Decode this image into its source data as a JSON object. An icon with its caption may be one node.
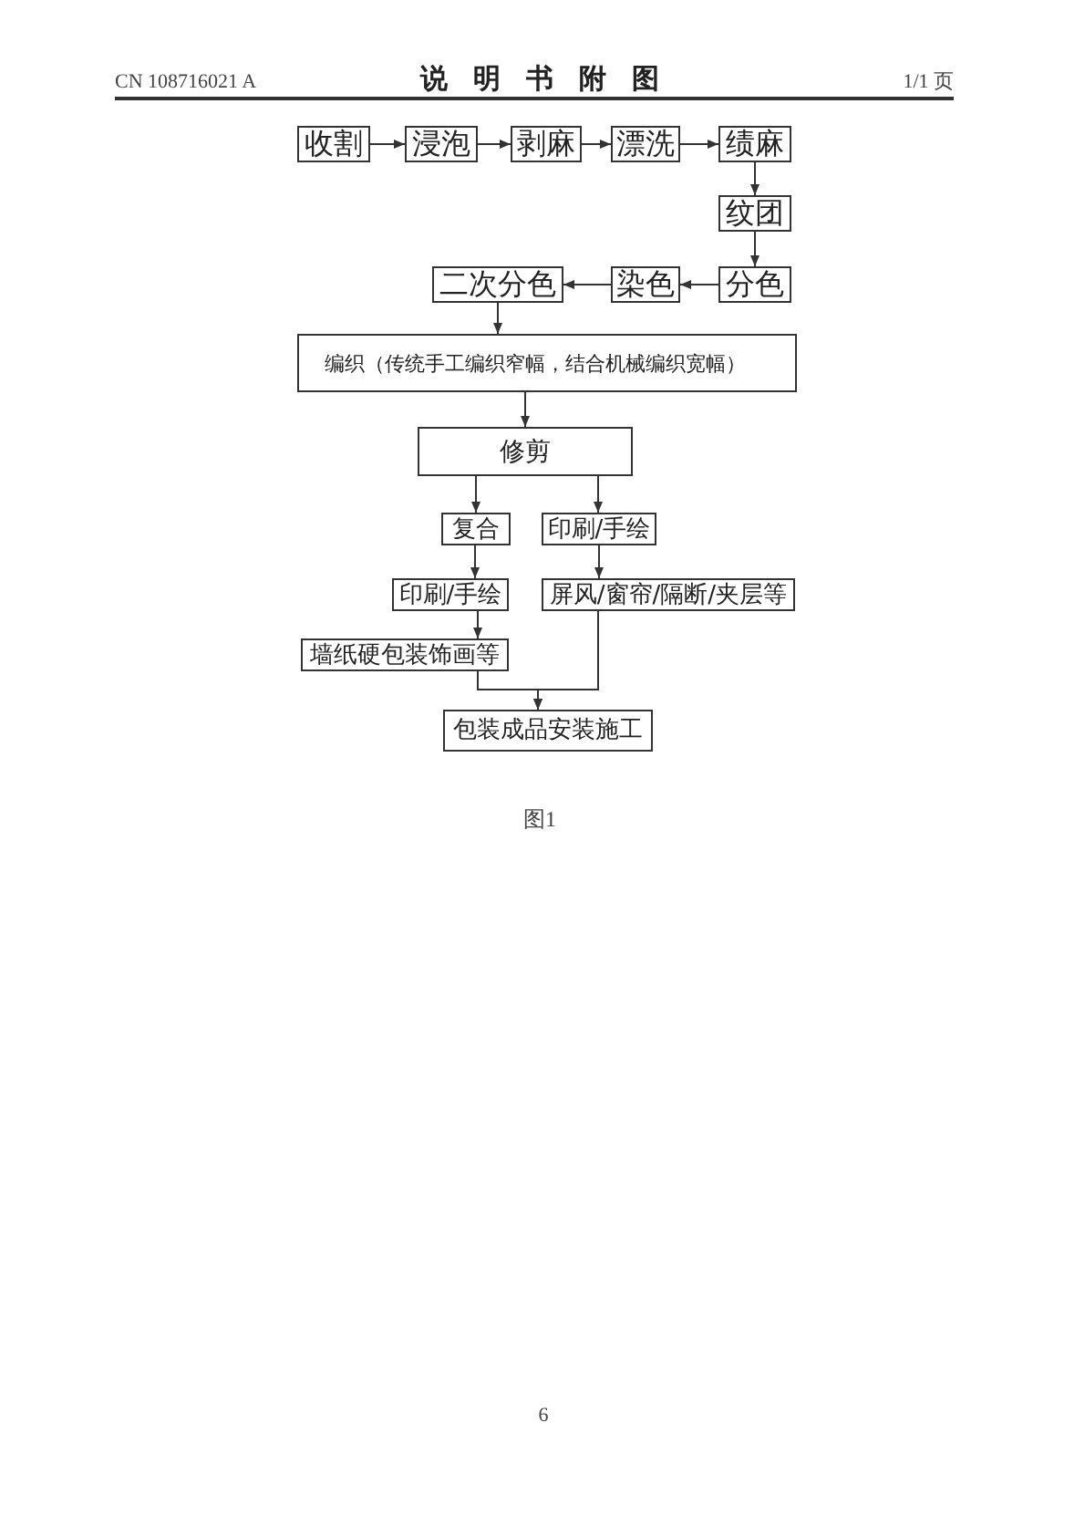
{
  "diagram": {
    "title": "说明书附图",
    "caption": "图1",
    "nodes": [
      {
        "text": [
          "收割"
        ]
      },
      {
        "text": [
          "浸泡"
        ]
      },
      {
        "text": [
          "剥麻"
        ]
      },
      {
        "text": [
          "漂洗"
        ]
      },
      {
        "text": [
          "绩麻"
        ]
      },
      {
        "text": [
          "纹团"
        ]
      },
      {
        "text": [
          "分色"
        ]
      },
      {
        "text": [
          "染色"
        ]
      },
      {
        "text": [
          "二次分色"
        ]
      },
      {
        "text": [
          "编织（传统手工编织窄幅，结合机械编织宽幅）"
        ]
      },
      {
        "text": [
          "修剪"
        ]
      },
      {
        "text": [
          "复合"
        ]
      },
      {
        "text": [
          "印刷/手绘"
        ]
      },
      {
        "text": [
          "印刷/手绘"
        ]
      },
      {
        "text": [
          "屏风/窗帘/隔断/夹层等"
        ]
      },
      {
        "text": [
          "墙纸硬包装饰画等"
        ]
      },
      {
        "text": [
          "包装成品安装施工"
        ]
      }
    ],
    "edges": [
      {
        "from": 0,
        "to": 1,
        "arrow": "to"
      },
      {
        "from": 1,
        "to": 2,
        "arrow": "to"
      },
      {
        "from": 2,
        "to": 3,
        "arrow": "to"
      },
      {
        "from": 3,
        "to": 4,
        "arrow": "to"
      },
      {
        "from": 4,
        "to": 5,
        "arrow": "to"
      },
      {
        "from": 5,
        "to": 6,
        "arrow": "to"
      },
      {
        "from": 6,
        "to": 7,
        "arrow": "to"
      },
      {
        "from": 7,
        "to": 8,
        "arrow": "to"
      },
      {
        "from": 8,
        "to": 9,
        "arrow": "to"
      },
      {
        "from": 9,
        "to": 10,
        "arrow": "to"
      },
      {
        "from": 10,
        "to": 11,
        "arrow": "to"
      },
      {
        "from": 10,
        "to": 12,
        "arrow": "to"
      },
      {
        "from": 11,
        "to": 13,
        "arrow": "to"
      },
      {
        "from": 12,
        "to": 14,
        "arrow": "to"
      },
      {
        "from": 13,
        "to": 15,
        "arrow": "to"
      },
      {
        "from": 15,
        "to": 16,
        "arrow": "to"
      },
      {
        "from": 14,
        "to": 16,
        "arrow": "to"
      }
    ],
    "labels": [
      "CN 108716021 A",
      "1/1 页",
      "6"
    ]
  }
}
